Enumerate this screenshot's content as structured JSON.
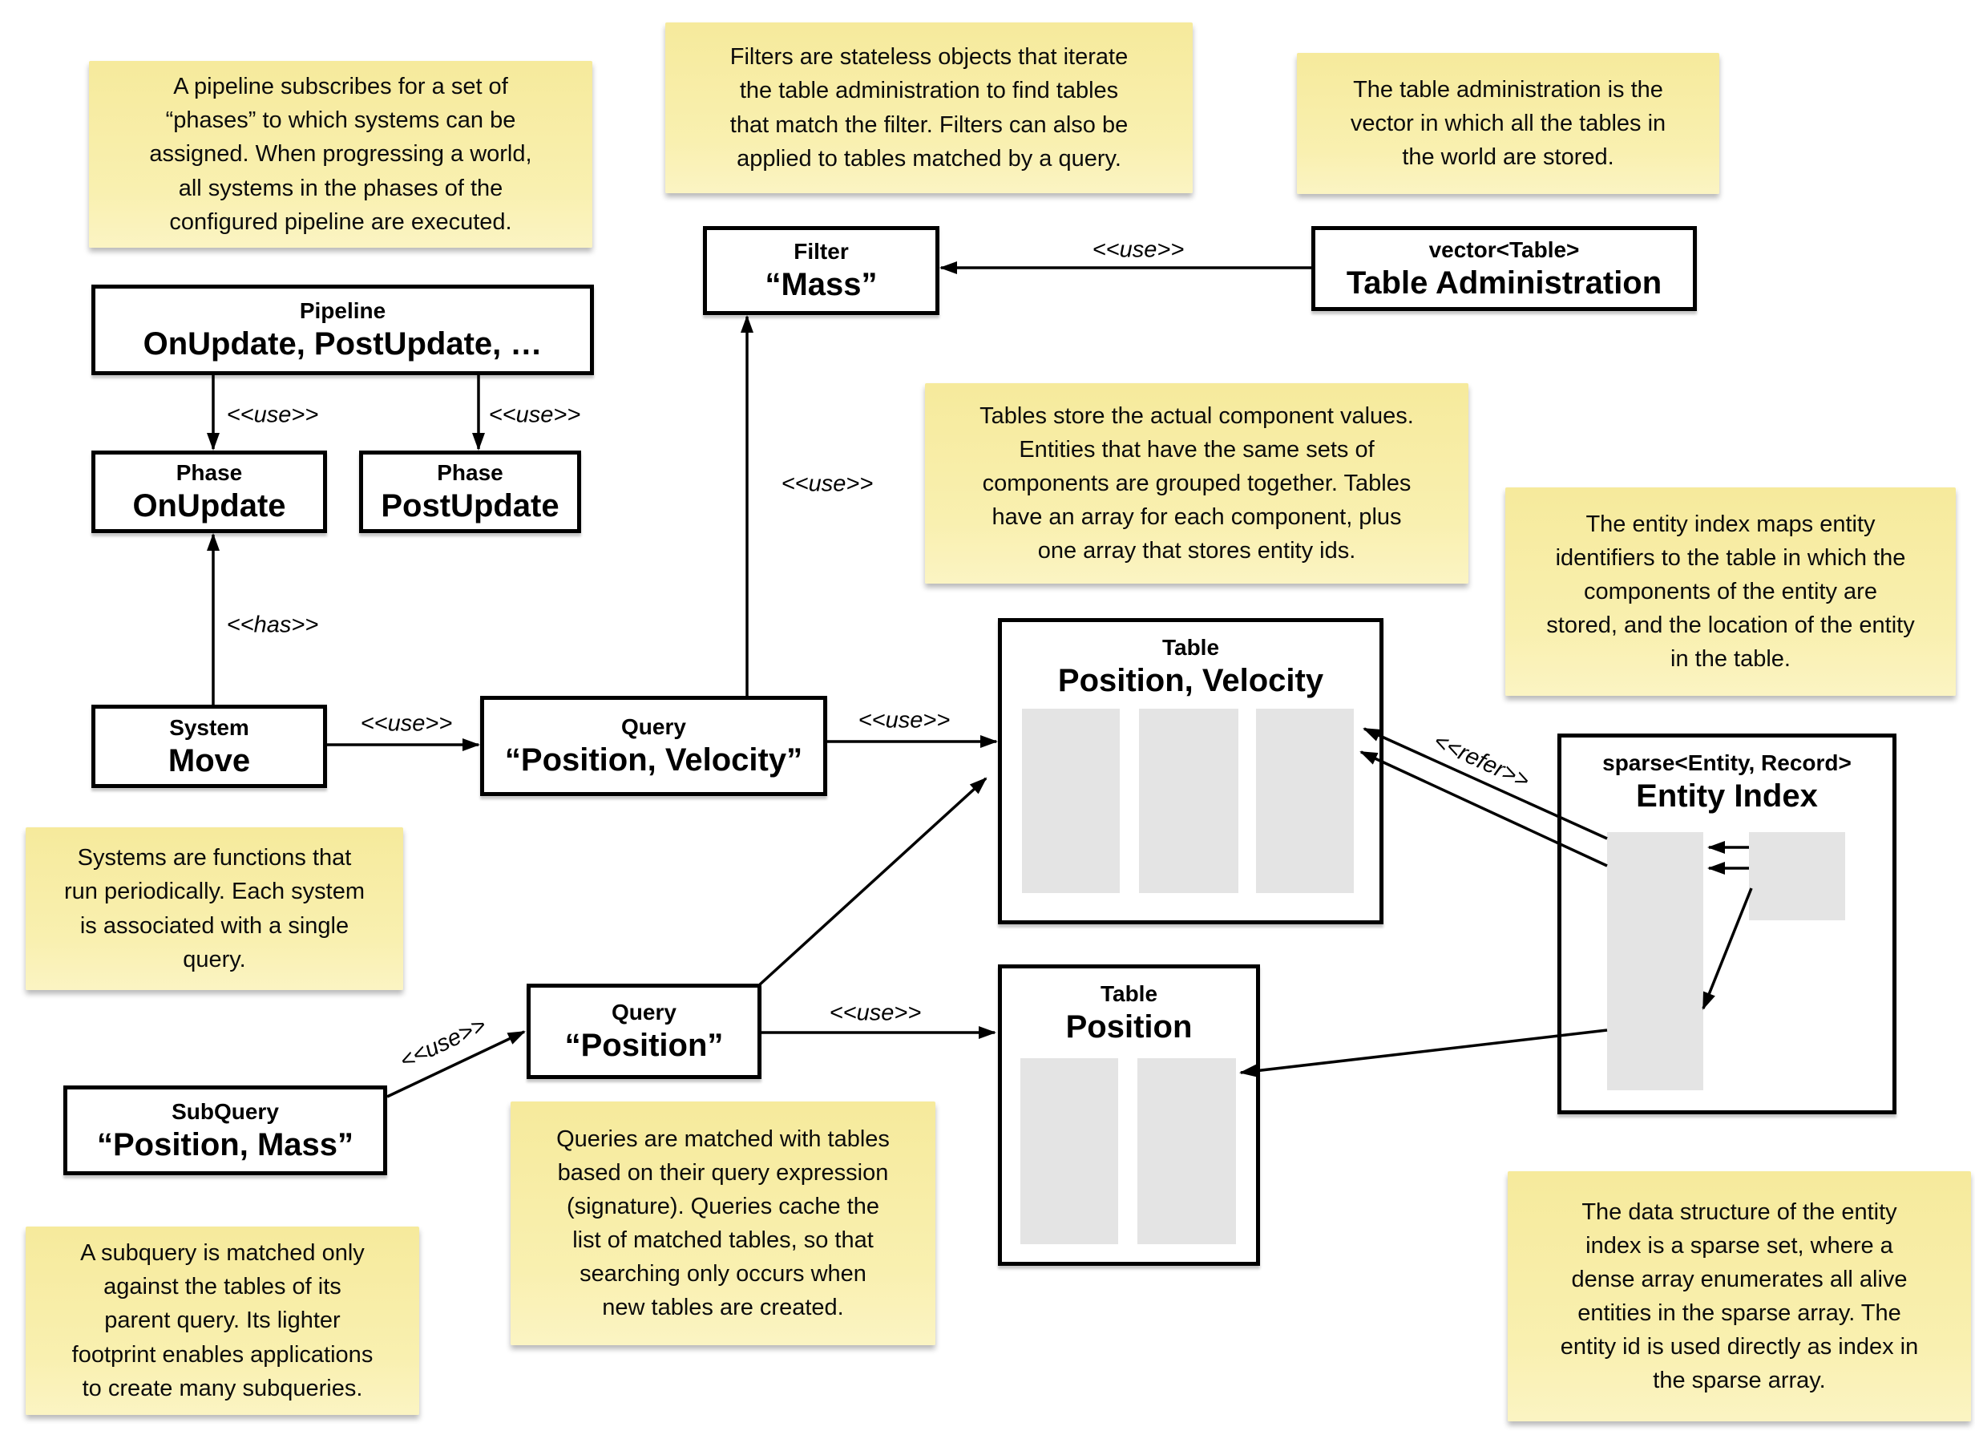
{
  "notes": {
    "pipeline": {
      "text": "A pipeline subscribes for a set of\n“phases” to which systems can be\nassigned. When progressing a world,\nall systems in the phases of the\nconfigured pipeline are executed."
    },
    "filters": {
      "text": "Filters are stateless objects that iterate\nthe table administration to find tables\nthat match the filter. Filters can also be\napplied to tables matched by a query."
    },
    "table_admin": {
      "text": "The table administration is the\nvector in which all the tables in\nthe world are stored."
    },
    "tables": {
      "text": "Tables store the actual component values.\nEntities that have the same sets of\ncomponents are grouped together. Tables\nhave an array for each component, plus\none array that stores entity ids."
    },
    "entity_index": {
      "text": "The entity index maps entity\nidentifiers to the table in which the\ncomponents of the entity are\nstored, and the location of the entity\nin the table."
    },
    "systems": {
      "text": "Systems are functions that\nrun periodically. Each system\nis associated with a single\nquery."
    },
    "queries": {
      "text": "Queries are matched with tables\nbased on their query expression\n(signature). Queries cache the\nlist of matched tables, so that\nsearching only occurs when\nnew tables are created."
    },
    "subquery": {
      "text": "A subquery is matched only\nagainst the tables of its\nparent query. Its lighter\nfootprint enables applications\nto create many subqueries."
    },
    "sparse_set": {
      "text": "The data structure of the entity\nindex is a sparse set, where a\ndense array enumerates all alive\nentities in the sparse array. The\nentity id is used directly as index in\nthe sparse array."
    }
  },
  "boxes": {
    "pipeline": {
      "stereotype": "Pipeline",
      "name": "OnUpdate, PostUpdate, …"
    },
    "phase_onupdate": {
      "stereotype": "Phase",
      "name": "OnUpdate"
    },
    "phase_postupdate": {
      "stereotype": "Phase",
      "name": "PostUpdate"
    },
    "filter_mass": {
      "stereotype": "Filter",
      "name": "“Mass”"
    },
    "table_admin": {
      "stereotype": "vector<Table>",
      "name": "Table Administration"
    },
    "system_move": {
      "stereotype": "System",
      "name": "Move"
    },
    "query_pos_vel": {
      "stereotype": "Query",
      "name": "“Position, Velocity”"
    },
    "query_pos": {
      "stereotype": "Query",
      "name": "“Position”"
    },
    "subquery": {
      "stereotype": "SubQuery",
      "name": "“Position, Mass”"
    },
    "table_pos_vel": {
      "stereotype": "Table",
      "name": "Position, Velocity"
    },
    "table_pos": {
      "stereotype": "Table",
      "name": "Position"
    },
    "entity_index": {
      "stereotype": "sparse<Entity, Record>",
      "name": "Entity Index"
    }
  },
  "edge_labels": {
    "use": "<<use>>",
    "has": "<<has>>",
    "refer": "<<refer>>"
  },
  "colors": {
    "note_bg": "#f8eda6",
    "box_border": "#000000",
    "box_bg": "#ffffff",
    "gray_fill": "#e4e4e4"
  }
}
